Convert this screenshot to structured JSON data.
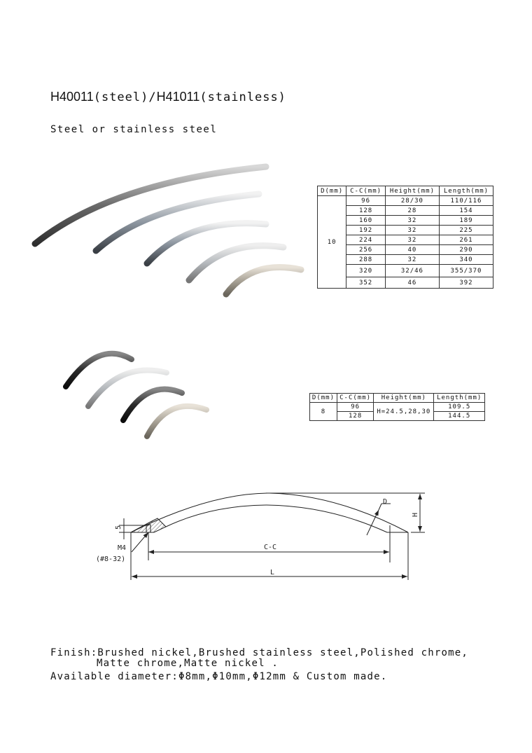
{
  "title": {
    "code1": "H40011",
    "material1": "(steel)/",
    "code2": "H41011",
    "material2": "(stainless)"
  },
  "subtitle": "Steel or stainless steel",
  "table1": {
    "headers": [
      "D(mm)",
      "C-C(mm)",
      "Height(mm)",
      "Length(mm)"
    ],
    "diameter": "10",
    "rows": [
      [
        "96",
        "28/30",
        "110/116"
      ],
      [
        "128",
        "28",
        "154"
      ],
      [
        "160",
        "32",
        "189"
      ],
      [
        "192",
        "32",
        "225"
      ],
      [
        "224",
        "32",
        "261"
      ],
      [
        "256",
        "40",
        "290"
      ],
      [
        "288",
        "32",
        "340"
      ],
      [
        "320",
        "32/46",
        "355/370"
      ],
      [
        "352",
        "46",
        "392"
      ]
    ]
  },
  "table2": {
    "headers": [
      "D(mm)",
      "C-C(mm)",
      "Height(mm)",
      "Length(mm)"
    ],
    "diameter": "8",
    "height": "H=24.5,28,30",
    "rows": [
      [
        "96",
        "109.5"
      ],
      [
        "128",
        "144.5"
      ]
    ]
  },
  "drawing": {
    "d": "D",
    "h": "H",
    "five": "5",
    "m4": "M4",
    "thread": "(#8-32)",
    "cc": "C-C",
    "l": "L"
  },
  "footer": {
    "finish_line1": "Finish:Brushed nickel,Brushed stainless steel,Polished chrome,",
    "finish_line2": "Matte chrome,Matte nickel .",
    "diameter_line": "Available diameter:Φ8mm,Φ10mm,Φ12mm & Custom made."
  }
}
